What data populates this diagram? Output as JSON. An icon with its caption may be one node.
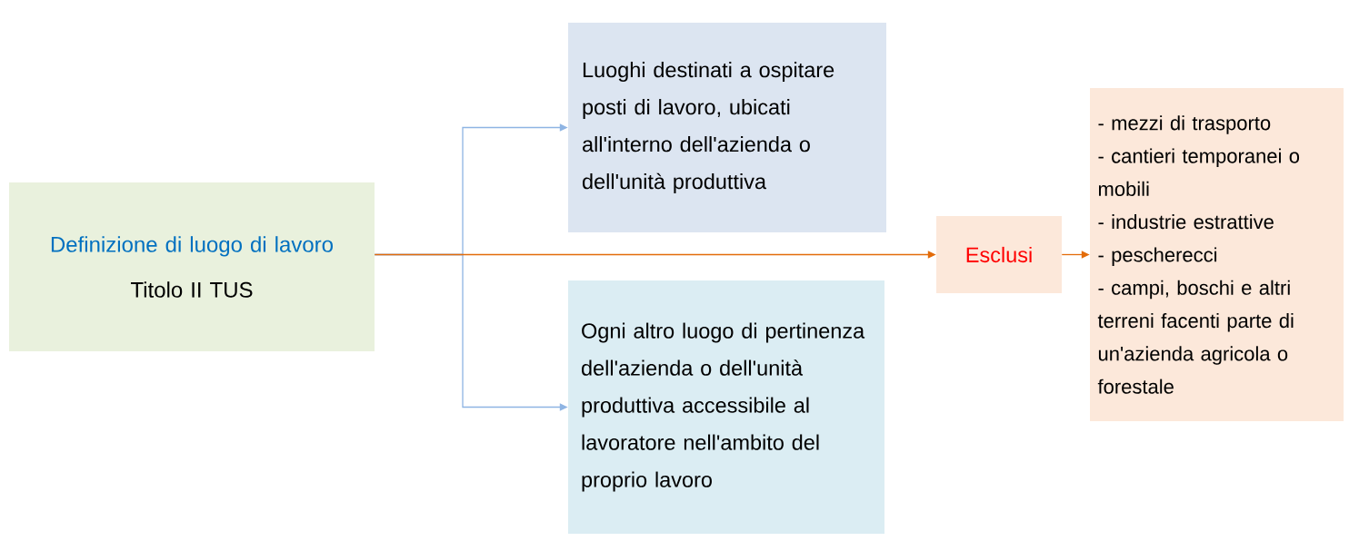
{
  "diagram": {
    "nodes": [
      {
        "text": [
          "Definizione di luogo di lavoro",
          "Titolo II TUS"
        ]
      },
      {
        "text": [
          "Luoghi destinati a ospitare posti di lavoro, ubicati all'interno dell'azienda o dell'unità produttiva"
        ]
      },
      {
        "text": [
          "Ogni altro luogo di pertinenza dell'azienda o dell'unità produttiva accessibile al lavoratore nell'ambito del proprio lavoro"
        ]
      },
      {
        "text": [
          "Esclusi"
        ]
      },
      {
        "text": [
          "- mezzi di trasporto",
          "- cantieri temporanei o mobili",
          "- industrie estrattive",
          "- pescherecci",
          "- campi, boschi e altri terreni facenti parte di un'azienda agricola o forestale"
        ]
      }
    ],
    "edges": [
      {
        "from": 0,
        "to": 1,
        "arrow": "to",
        "color": "#8eb4e3"
      },
      {
        "from": 0,
        "to": 2,
        "arrow": "to",
        "color": "#8eb4e3"
      },
      {
        "from": 0,
        "to": 3,
        "arrow": "to",
        "color": "#e36c0a"
      },
      {
        "from": 3,
        "to": 4,
        "arrow": "to",
        "color": "#e36c0a"
      }
    ]
  }
}
